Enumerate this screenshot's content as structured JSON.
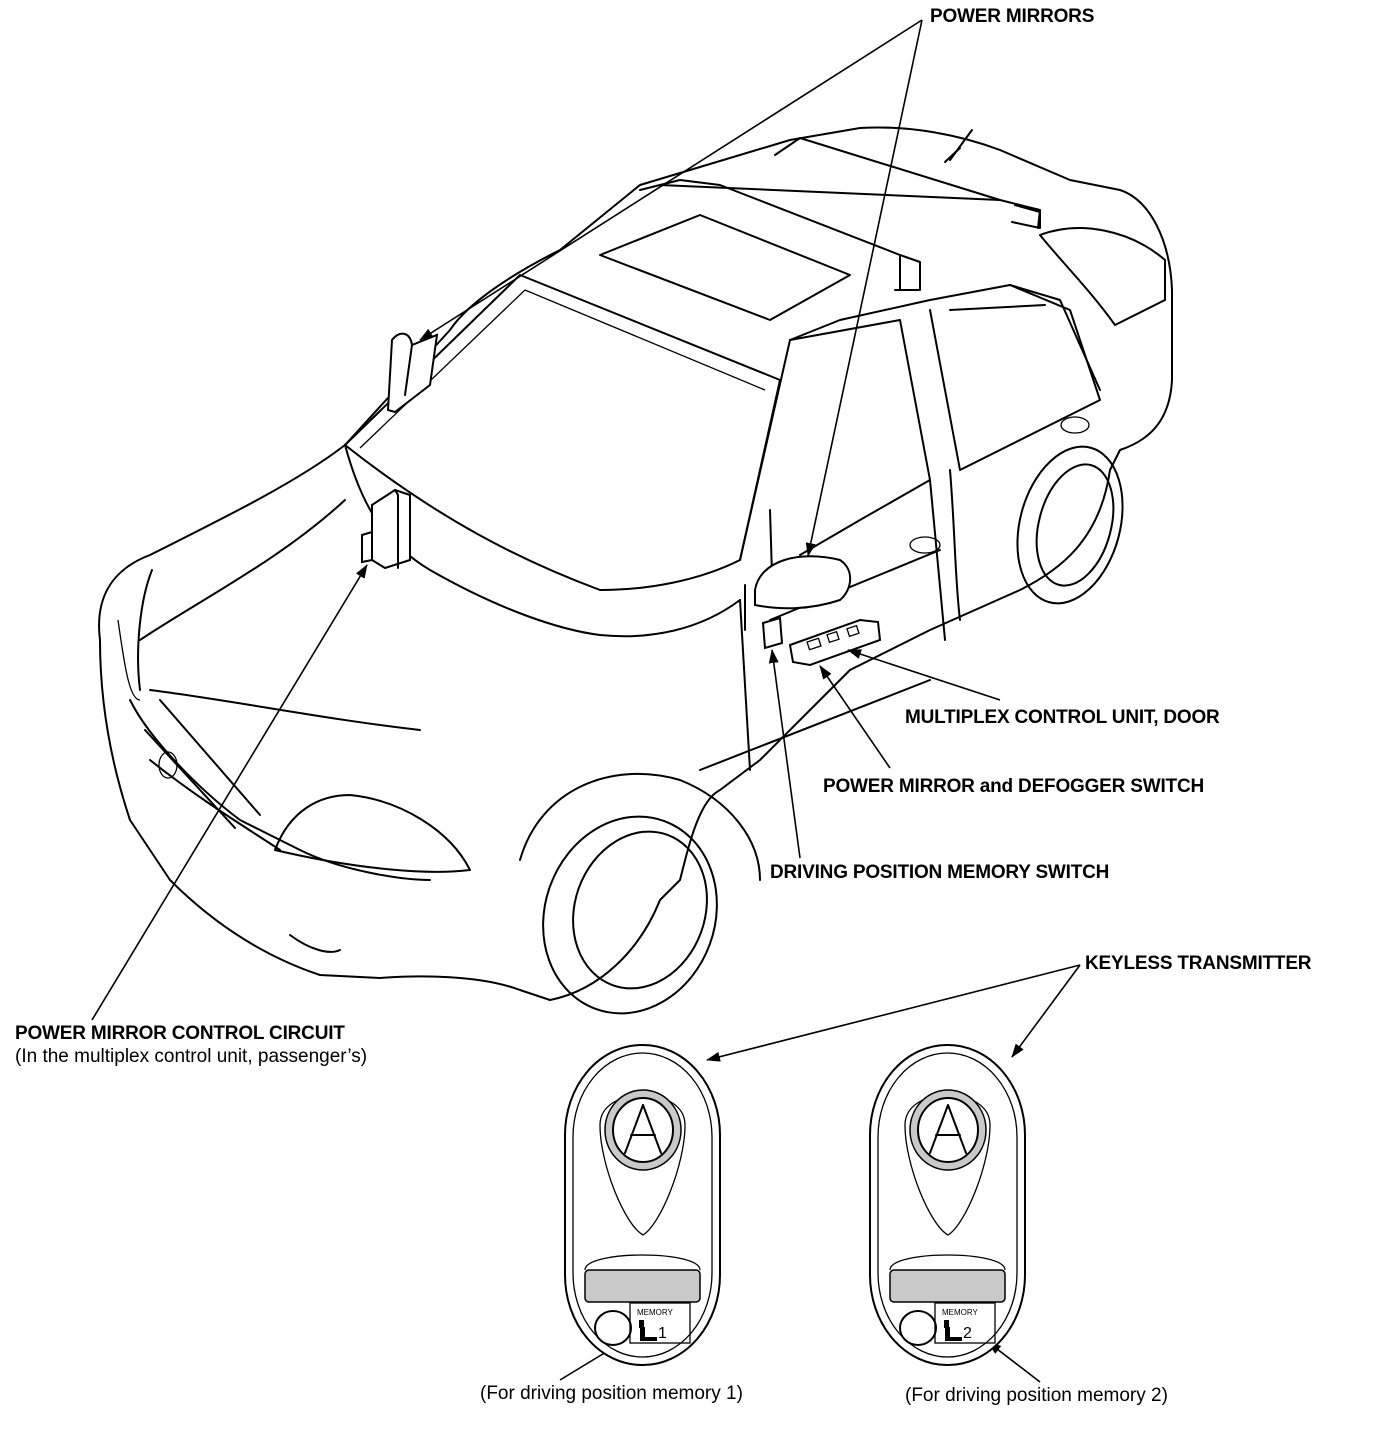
{
  "labels": {
    "power_mirrors": "POWER MIRRORS",
    "multiplex_door": "MULTIPLEX CONTROL UNIT, DOOR",
    "mirror_defogger_switch": "POWER MIRROR and DEFOGGER SWITCH",
    "memory_switch": "DRIVING POSITION MEMORY SWITCH",
    "keyless_transmitter": "KEYLESS TRANSMITTER",
    "control_circuit": "POWER MIRROR CONTROL CIRCUIT",
    "control_circuit_note": "(In the multiplex control unit, passenger’s)",
    "memory1_note": "(For driving position memory 1)",
    "memory2_note": "(For driving position memory 2)"
  },
  "transmitters": [
    {
      "memory_label": "MEMORY",
      "number": "1"
    },
    {
      "memory_label": "MEMORY",
      "number": "2"
    }
  ],
  "icons": [
    "acura-logo-icon",
    "seat-icon"
  ]
}
